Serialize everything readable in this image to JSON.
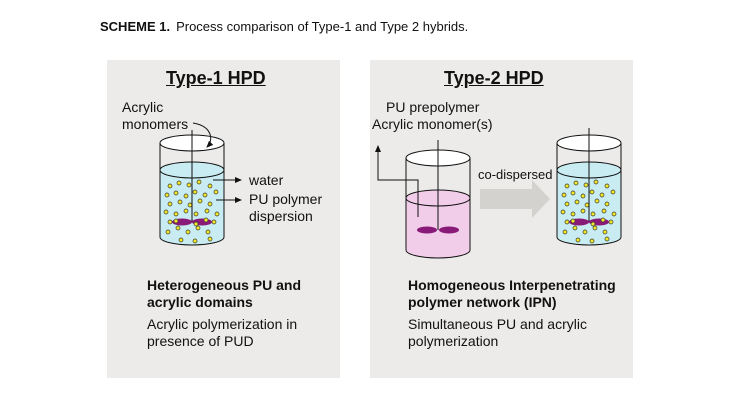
{
  "caption": {
    "label": "SCHEME 1.",
    "text": "Process comparison of Type-1 and Type 2 hybrids."
  },
  "type1": {
    "title": "Type-1 HPD",
    "input_label_line1": "Acrylic",
    "input_label_line2": "monomers",
    "label_water": "water",
    "label_pu_line1": "PU polymer",
    "label_pu_line2": "dispersion",
    "heading_line1": "Heterogeneous PU and",
    "heading_line2": "acrylic domains",
    "desc_line1": "Acrylic polymerization in",
    "desc_line2": "presence of PUD"
  },
  "type2": {
    "title": "Type-2 HPD",
    "input_label_line1": "PU prepolymer",
    "input_label_line2": "Acrylic monomer(s)",
    "arrow_label": "co-dispersed",
    "heading_line1": "Homogeneous Interpenetrating",
    "heading_line2": "polymer network (IPN)",
    "desc_line1": "Simultaneous PU and acrylic",
    "desc_line2": "polymerization"
  },
  "colors": {
    "panel_bg": "#ecebe9",
    "water": "#c9ecf2",
    "prepolymer": "#f2cdea",
    "particle": "#f2e92a",
    "impeller": "#8a1a78",
    "arrow": "#d3d2cf"
  }
}
